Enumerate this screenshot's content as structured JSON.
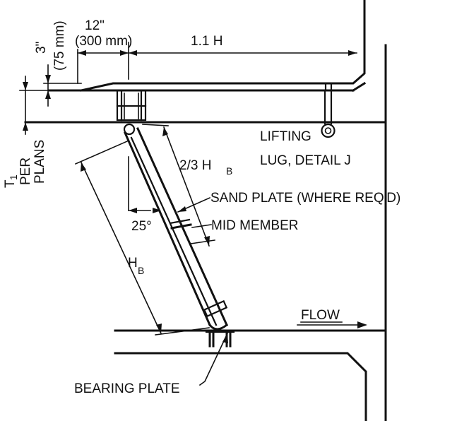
{
  "labels": {
    "dim_3in": "3\"",
    "dim_75mm": "(75 mm)",
    "dim_12in": "12\"",
    "dim_300mm": "(300 mm)",
    "dim_1_1h": "1.1 H",
    "t1_main": "T",
    "t1_sub": "1",
    "per": "PER",
    "plans": "PLANS",
    "lifting_line1": "LIFTING",
    "lifting_line2": "LUG, DETAIL J",
    "two_thirds_main": "2/3 H",
    "two_thirds_sub": "B",
    "sand_plate": "SAND PLATE (WHERE REQ'D)",
    "angle": "25°",
    "mid_member": "MID MEMBER",
    "hb_main": "H",
    "hb_sub": "B",
    "flow": "FLOW",
    "bearing_plate": "BEARING PLATE"
  }
}
